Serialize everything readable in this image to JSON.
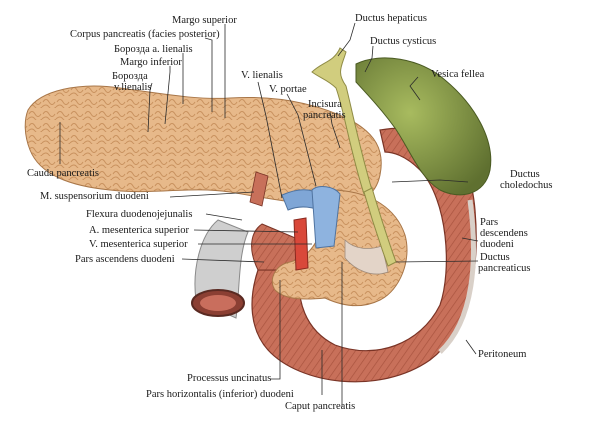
{
  "labels": {
    "margo_superior": "Margo superior",
    "corpus_pancreatis": "Corpus pancreatis (facies posterior)",
    "borozda_a_lienalis": "Борозда a. lienalis",
    "margo_inferior": "Margo inferior",
    "borozda_v_lienalis_1": "Борозда",
    "borozda_v_lienalis_2": "v.lienalis",
    "v_lienalis": "V. lienalis",
    "v_portae": "V. portae",
    "incisura_1": "Incisura",
    "incisura_2": "pancreatis",
    "ductus_hepaticus": "Ductus hepaticus",
    "ductus_cysticus": "Ductus cysticus",
    "vesica_fellea": "Vesica fellea",
    "cauda_pancreatis": "Cauda pancreatis",
    "ductus_choledochus_1": "Ductus",
    "ductus_choledochus_2": "choledochus",
    "m_suspensorium": "M. suspensorium duodeni",
    "flexura": "Flexura duodenojejunalis",
    "a_mesenterica": "A. mesenterica superior",
    "v_mesenterica": "V. mesenterica superior",
    "pars_ascendens": "Pars ascendens duodeni",
    "pars_descendens_1": "Pars",
    "pars_descendens_2": "descendens",
    "pars_descendens_3": "duodeni",
    "ductus_pancreaticus_1": "Ductus",
    "ductus_pancreaticus_2": "pancreaticus",
    "peritoneum": "Peritoneum",
    "processus_uncinatus": "Processus uncinatus",
    "pars_horizontalis": "Pars horizontalis (inferior) duodeni",
    "caput_pancreatis": "Caput pancreatis"
  },
  "colors": {
    "pancreas": "#e7b98a",
    "pancreas_shadow": "#c9925f",
    "duodenum": "#c8705a",
    "duodenum_dark": "#9c4a37",
    "gallbladder": "#8fa24a",
    "gallbladder_dark": "#5f7030",
    "bile_duct": "#c9c77a",
    "vein": "#7fa6d6",
    "artery": "#d9483a",
    "jejunum": "#c9c9c9"
  }
}
